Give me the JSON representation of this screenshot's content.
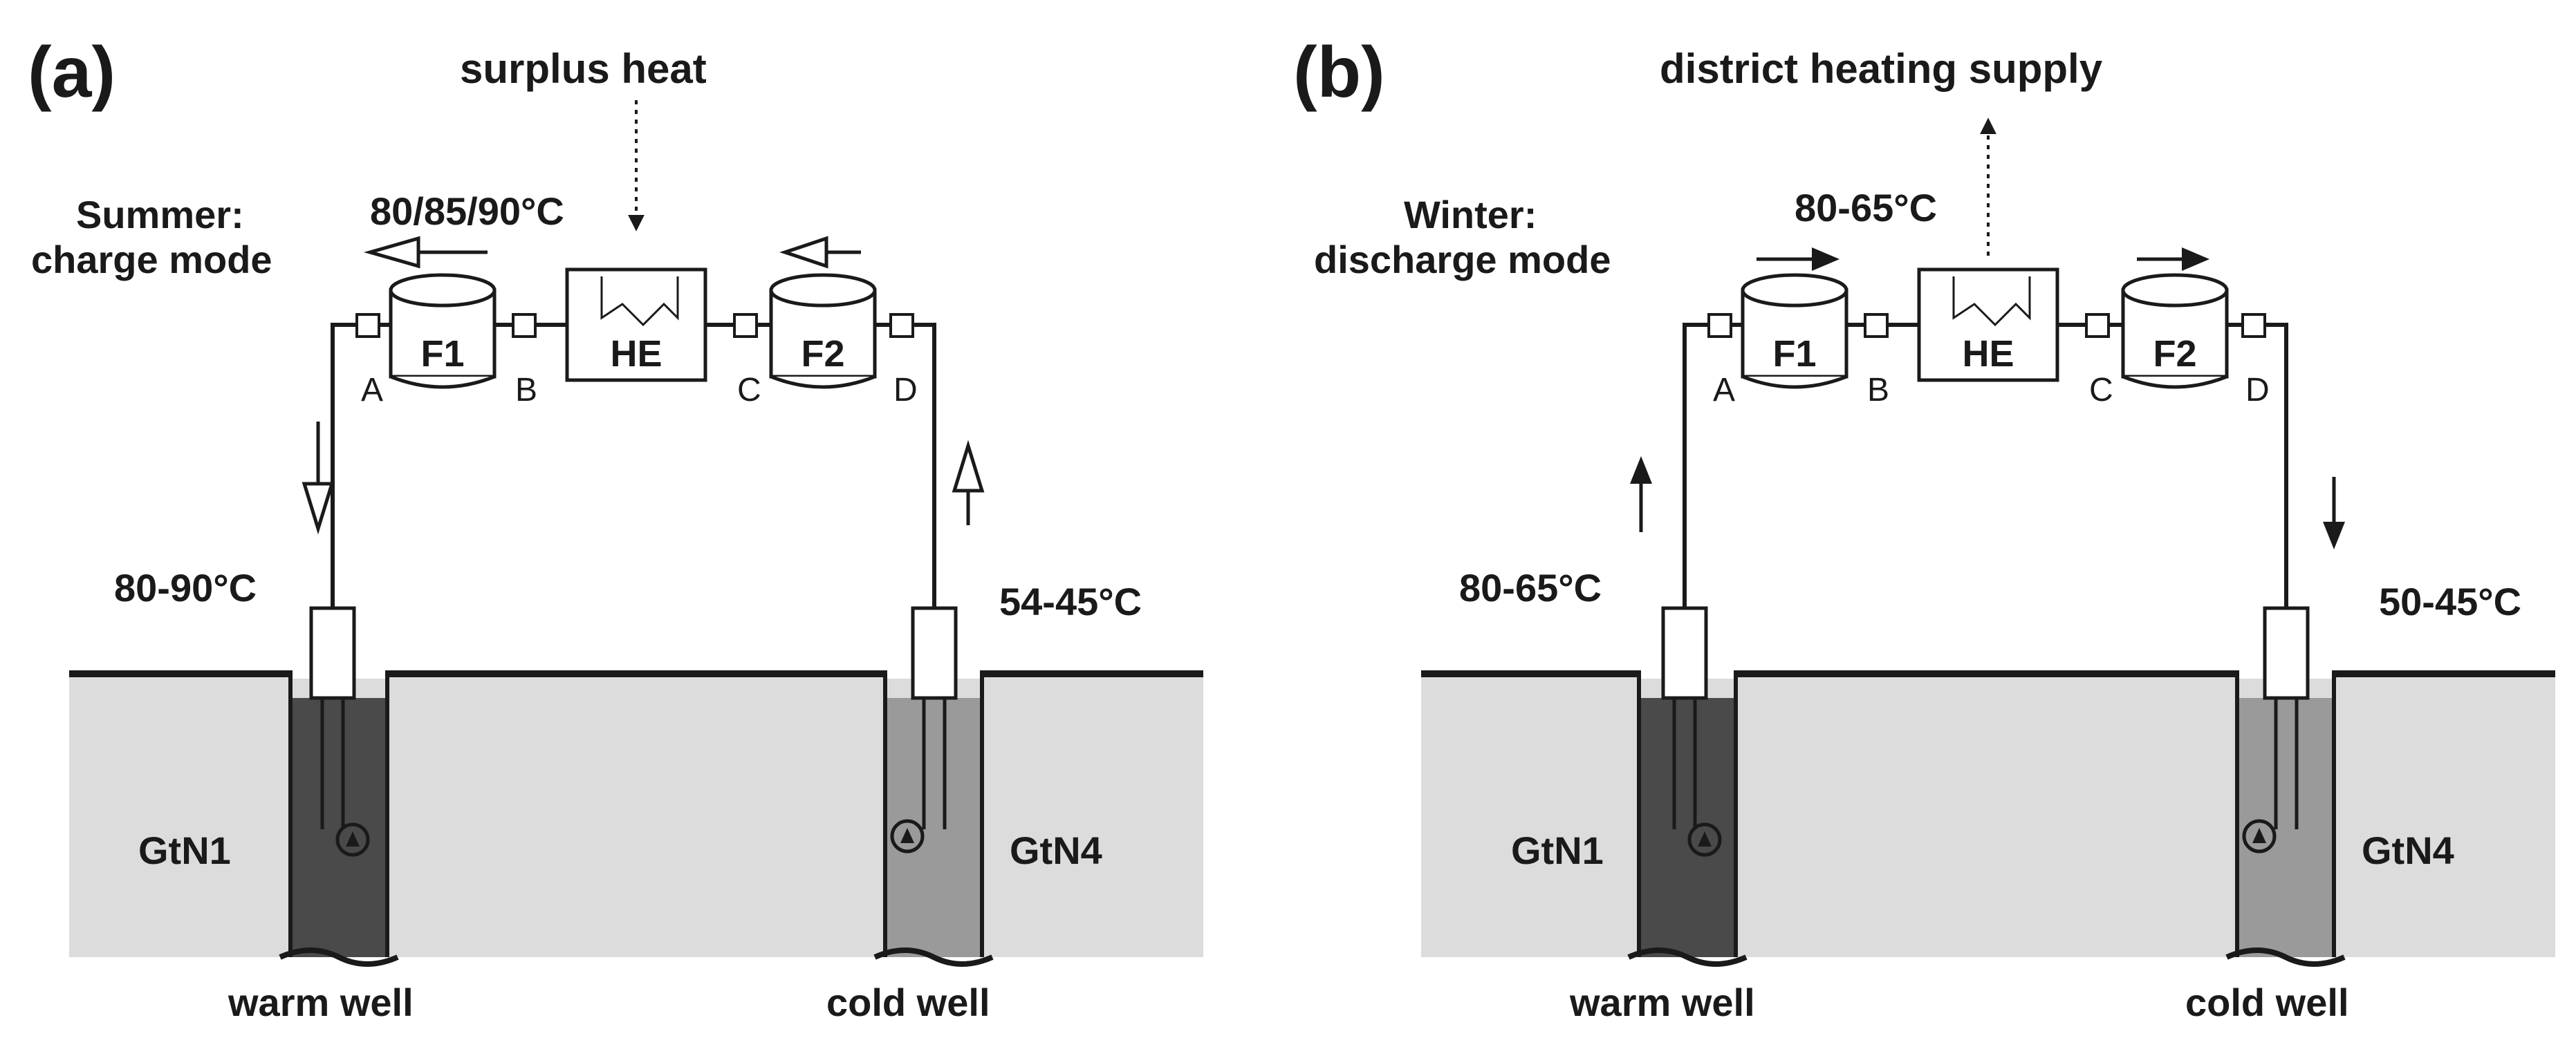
{
  "panels": [
    {
      "panel_label": "(a)",
      "top_label": "surplus heat",
      "mode_line1": "Summer:",
      "mode_line2": "charge mode",
      "temp_top": "80/85/90°C",
      "warm_temp": "80-90°C",
      "cold_temp": "54-45°C",
      "filter1": "F1",
      "filter2": "F2",
      "heat_exchanger": "HE",
      "valve_a": "A",
      "valve_b": "B",
      "valve_c": "C",
      "valve_d": "D",
      "well_left_name": "GtN1",
      "well_right_name": "GtN4",
      "warm_well": "warm well",
      "cold_well": "cold well"
    },
    {
      "panel_label": "(b)",
      "top_label": "district heating supply",
      "mode_line1": "Winter:",
      "mode_line2": "discharge mode",
      "temp_top": "80-65°C",
      "warm_temp": "80-65°C",
      "cold_temp": "50-45°C",
      "filter1": "F1",
      "filter2": "F2",
      "heat_exchanger": "HE",
      "valve_a": "A",
      "valve_b": "B",
      "valve_c": "C",
      "valve_d": "D",
      "well_left_name": "GtN1",
      "well_right_name": "GtN4",
      "warm_well": "warm well",
      "cold_well": "cold well"
    }
  ],
  "colors": {
    "ground": "#dcdcdc",
    "warm_water": "#4a4a4a",
    "cold_water": "#9a9a9a",
    "line": "#1a1a1a"
  }
}
